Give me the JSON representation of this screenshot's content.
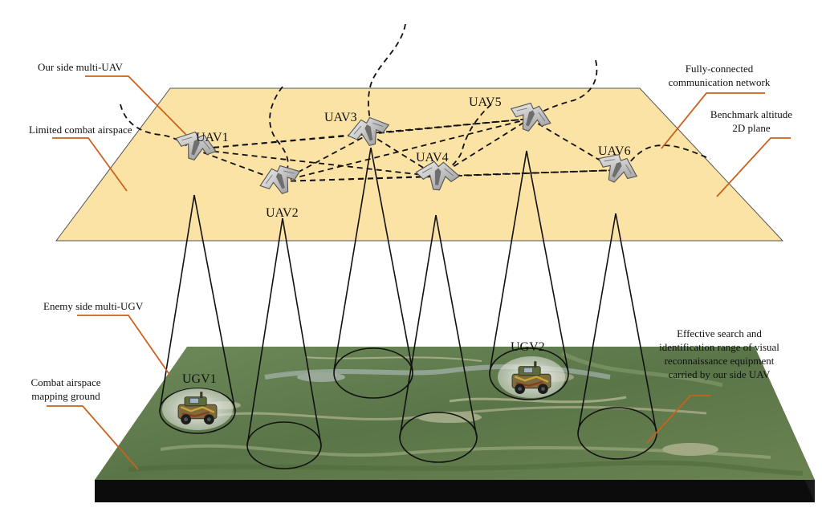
{
  "uavs": [
    {
      "id": "uav1",
      "label": "UAV1"
    },
    {
      "id": "uav2",
      "label": "UAV2"
    },
    {
      "id": "uav3",
      "label": "UAV3"
    },
    {
      "id": "uav4",
      "label": "UAV4"
    },
    {
      "id": "uav5",
      "label": "UAV5"
    },
    {
      "id": "uav6",
      "label": "UAV6"
    }
  ],
  "ugvs": [
    {
      "id": "ugv1",
      "label": "UGV1"
    },
    {
      "id": "ugv2",
      "label": "UGV2"
    }
  ],
  "annotations": {
    "our_side": "Our side multi-UAV",
    "limited_airspace": "Limited combat airspace",
    "comm_network_line1": "Fully-connected",
    "comm_network_line2": "communication network",
    "benchmark_line1": "Benchmark altitude",
    "benchmark_line2": "2D plane",
    "enemy_side": "Enemy side multi-UGV",
    "mapping_ground_line1": "Combat airspace",
    "mapping_ground_line2": "mapping ground",
    "search_range_line1": "Effective search and",
    "search_range_line2": "identification range of visual",
    "search_range_line3": "reconnaissance equipment",
    "search_range_line4": "carried by our side UAV"
  },
  "colors": {
    "plane_fill": "#fbe3a6",
    "ground_fill": "#5f7a4c",
    "leader_line": "#c8621e"
  }
}
